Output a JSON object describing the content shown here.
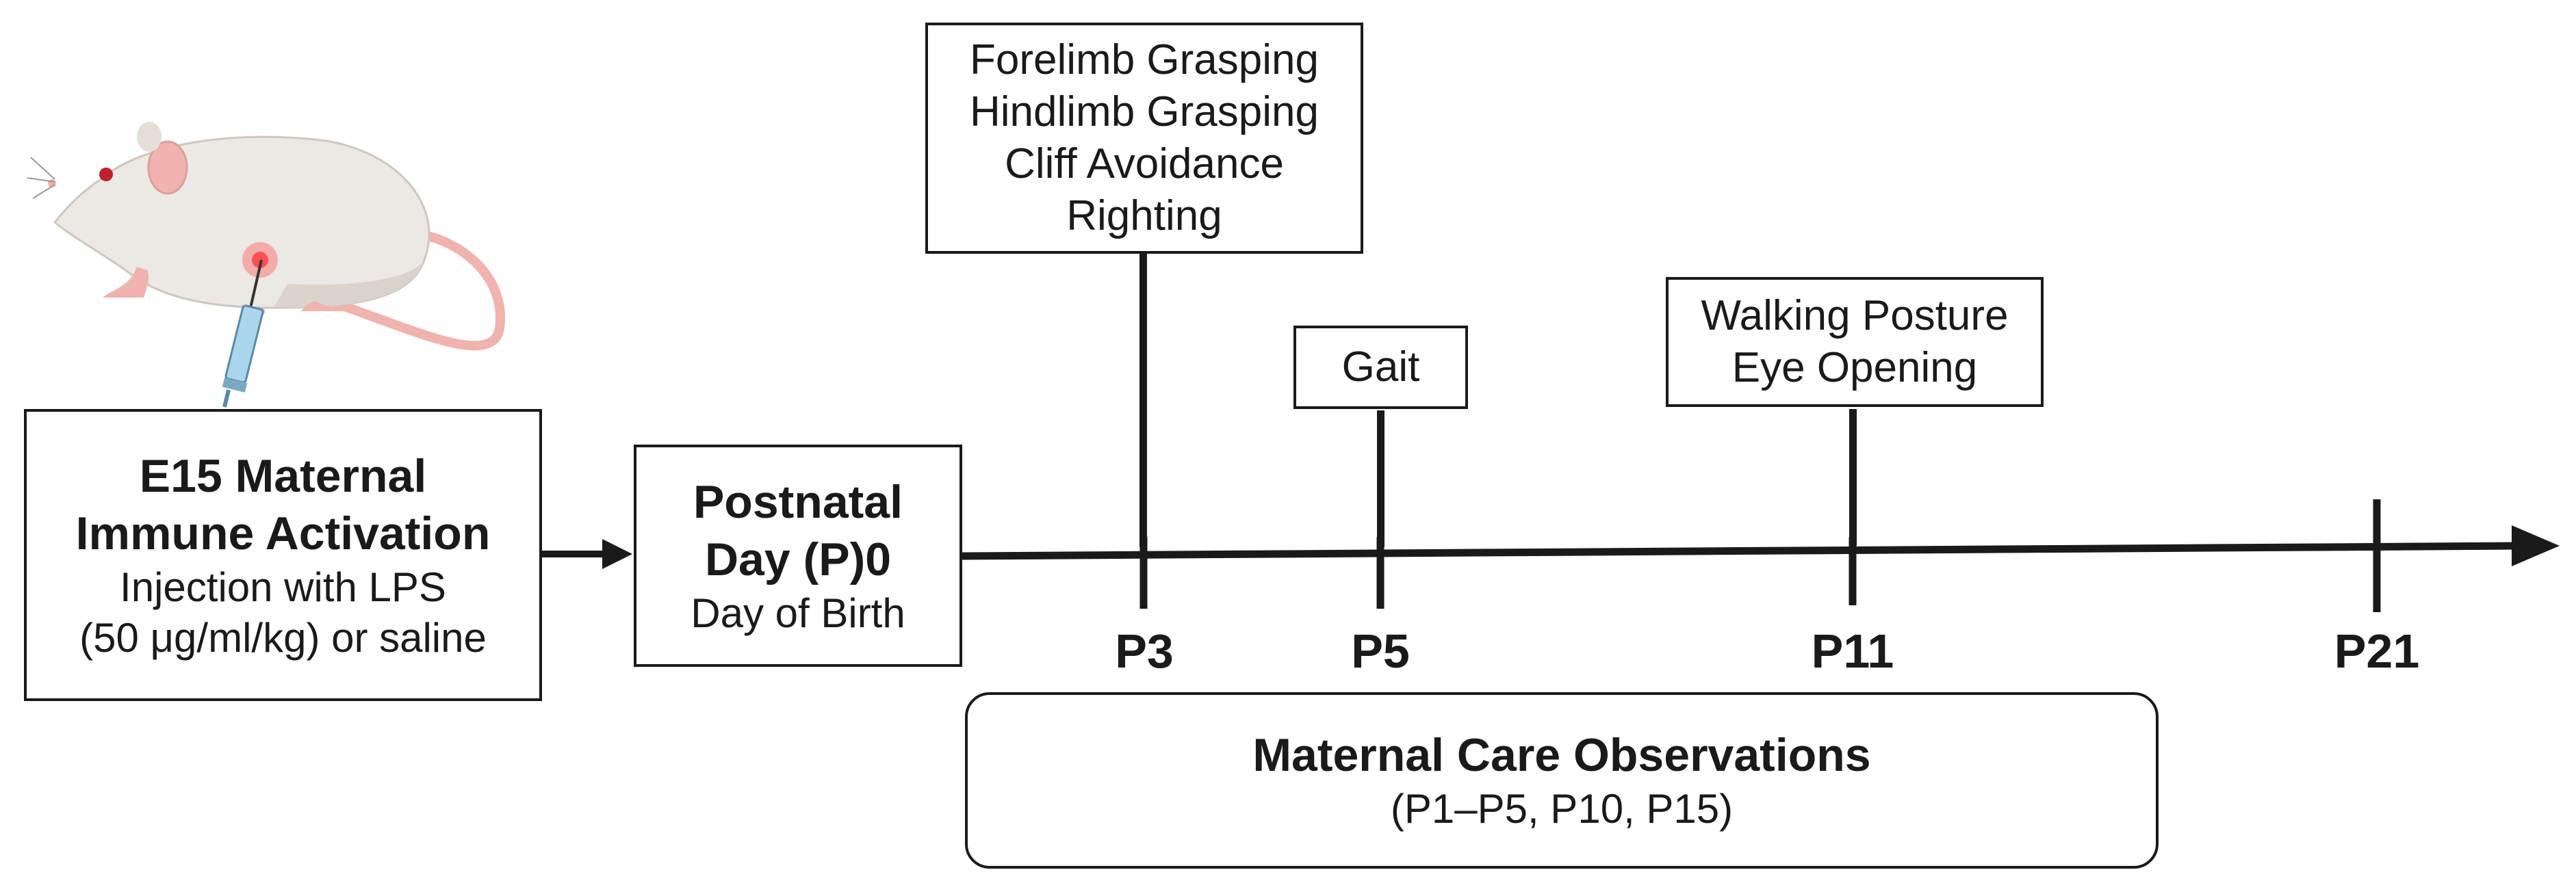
{
  "colors": {
    "ink": "#1a1a1a",
    "mouse_body": "#ece8e3",
    "mouse_shadow": "#d9d3cc",
    "mouse_ear_tail": "#f0b3ad",
    "mouse_eye": "#c0202a",
    "injection_glow": "#ff3b3b",
    "syringe": "#a9d6ec"
  },
  "icons": {
    "mouse": "lab-mouse-icon",
    "syringe": "syringe-icon"
  },
  "mia_box": {
    "title_line1": "E15 Maternal",
    "title_line2": "Immune Activation",
    "detail_line1": "Injection with LPS",
    "detail_line2": "(50 μg/ml/kg) or saline"
  },
  "birth_box": {
    "title_line1": "Postnatal",
    "title_line2": "Day (P)0",
    "detail": "Day of Birth"
  },
  "timeline": {
    "ticks": [
      {
        "label": "P3"
      },
      {
        "label": "P5"
      },
      {
        "label": "P11"
      },
      {
        "label": "P21"
      }
    ]
  },
  "tests": {
    "p3": [
      "Forelimb Grasping",
      "Hindlimb Grasping",
      "Cliff Avoidance",
      "Righting"
    ],
    "p5": [
      "Gait"
    ],
    "p11": [
      "Walking Posture",
      "Eye Opening"
    ]
  },
  "maternal_care": {
    "title": "Maternal Care Observations",
    "detail": "(P1–P5, P10, P15)"
  }
}
